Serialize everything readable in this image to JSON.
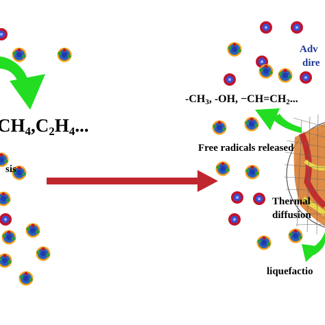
{
  "text": {
    "gases_prefix": "CH",
    "gases_sub1": "4",
    "gases_mid": ",C",
    "gases_sub2": "2",
    "gases_h": "H",
    "gases_sub3": "4",
    "gases_suffix": "...",
    "left_partial_label": "sis",
    "advanced_line1": "Adv",
    "advanced_line2": "dire",
    "groups_a": "-CH",
    "groups_a_sub": "3",
    "groups_b": ", -OH, −CH=CH",
    "groups_b_sub": "2",
    "groups_c": "...",
    "radicals_label": "Free radicals released",
    "thermal_line1": "Thermal",
    "thermal_line2": "diffusion",
    "liquefaction_label": "liquefactio"
  },
  "colors": {
    "process_arrow": "#c0262d",
    "green_arrow": "#22dd22",
    "molecule_red": "#c0142b",
    "molecule_orange": "#f5a01a",
    "molecule_blue": "#2b4fcf",
    "molecule_green": "#2a9a3a",
    "label_blue": "#1f3a93"
  },
  "icons": {
    "molecule": "molecule-icon",
    "particle": "coal-particle-icon"
  }
}
